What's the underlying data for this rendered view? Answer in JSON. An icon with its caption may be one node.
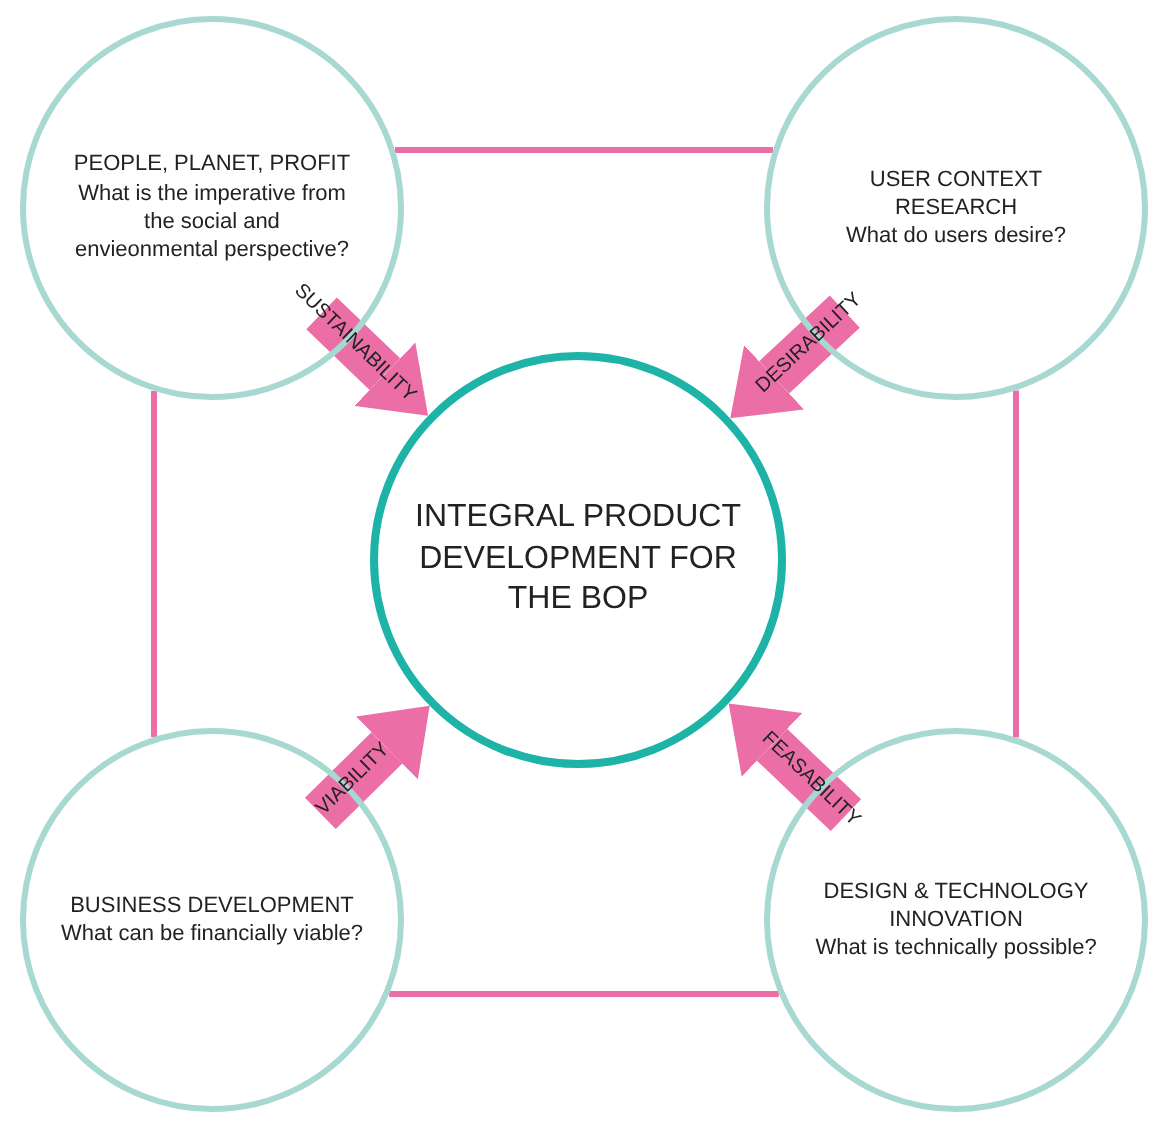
{
  "diagram": {
    "nodes": [
      {
        "text": [
          "PEOPLE, PLANET, PROFIT",
          "What is the imperative from the social and envieonmental perspective?"
        ]
      },
      {
        "text": [
          "USER CONTEXT RESEARCH",
          "What do users desire?"
        ]
      },
      {
        "text": [
          "INTEGRAL PRODUCT DEVELOPMENT FOR THE BOP"
        ]
      },
      {
        "text": [
          "BUSINESS DEVELOPMENT",
          "What can be financially viable?"
        ]
      },
      {
        "text": [
          "DESIGN & TECHNOLOGY INNOVATION",
          "What is technically possible?"
        ]
      }
    ],
    "edges": [
      {
        "from": 0,
        "to": 2,
        "arrow": "to",
        "label": "SUSTAINABILITY",
        "style": "thick"
      },
      {
        "from": 1,
        "to": 2,
        "arrow": "to",
        "label": "DESIRABILITY",
        "style": "thick"
      },
      {
        "from": 3,
        "to": 2,
        "arrow": "to",
        "label": "VIABILITY",
        "style": "thick"
      },
      {
        "from": 4,
        "to": 2,
        "arrow": "to",
        "label": "FEASABILITY",
        "style": "thick"
      },
      {
        "from": 0,
        "to": 1,
        "arrow": "none"
      },
      {
        "from": 1,
        "to": 4,
        "arrow": "none"
      },
      {
        "from": 3,
        "to": 4,
        "arrow": "none"
      },
      {
        "from": 0,
        "to": 3,
        "arrow": "none"
      }
    ]
  }
}
